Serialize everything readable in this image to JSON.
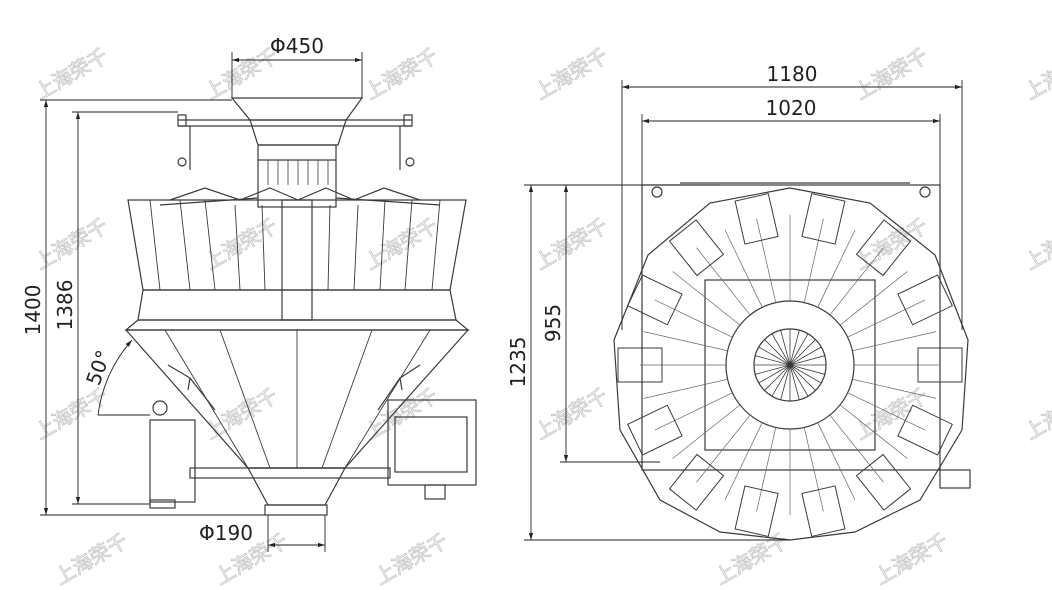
{
  "drawing": {
    "front_view": {
      "hopper_diameter": "Φ450",
      "outlet_diameter": "Φ190",
      "total_height": "1400",
      "height_2": "1386",
      "cone_angle": "50°"
    },
    "top_view": {
      "overall_width": "1180",
      "frame_width": "1020",
      "overall_depth": "1235",
      "frame_depth": "955"
    }
  },
  "watermark": {
    "text": "上海荣千",
    "color": "#c9c9c9"
  },
  "colors": {
    "line": "#3a3a3a",
    "dim_line": "#222222",
    "background": "#ffffff"
  }
}
